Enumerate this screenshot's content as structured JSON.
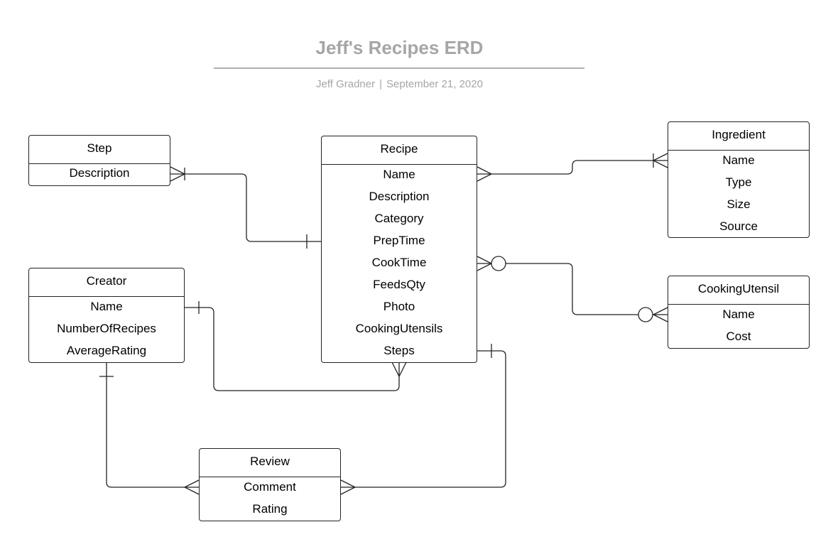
{
  "diagram": {
    "title": "Jeff's Recipes ERD",
    "author": "Jeff Gradner",
    "separator": "|",
    "date": "September 21, 2020"
  },
  "entities": {
    "step": {
      "name": "Step",
      "attributes": [
        "Description"
      ]
    },
    "recipe": {
      "name": "Recipe",
      "attributes": [
        "Name",
        "Description",
        "Category",
        "PrepTime",
        "CookTime",
        "FeedsQty",
        "Photo",
        "CookingUtensils",
        "Steps"
      ]
    },
    "ingredient": {
      "name": "Ingredient",
      "attributes": [
        "Name",
        "Type",
        "Size",
        "Source"
      ]
    },
    "creator": {
      "name": "Creator",
      "attributes": [
        "Name",
        "NumberOfRecipes",
        "AverageRating"
      ]
    },
    "cooking_utensil": {
      "name": "CookingUtensil",
      "attributes": [
        "Name",
        "Cost"
      ]
    },
    "review": {
      "name": "Review",
      "attributes": [
        "Comment",
        "Rating"
      ]
    }
  },
  "relationships": [
    {
      "from": "Step",
      "from_cardinality": "one-or-many",
      "to": "Recipe",
      "to_cardinality": "one"
    },
    {
      "from": "Recipe",
      "from_cardinality": "many",
      "to": "Ingredient",
      "to_cardinality": "one-or-many"
    },
    {
      "from": "Recipe",
      "from_cardinality": "zero-or-many",
      "to": "CookingUtensil",
      "to_cardinality": "zero-or-many"
    },
    {
      "from": "Creator",
      "from_cardinality": "one",
      "to": "Recipe",
      "to_cardinality": "many"
    },
    {
      "from": "Creator",
      "from_cardinality": "one",
      "to": "Review",
      "to_cardinality": "many"
    },
    {
      "from": "Recipe",
      "from_cardinality": "one",
      "to": "Review",
      "to_cardinality": "many"
    }
  ]
}
